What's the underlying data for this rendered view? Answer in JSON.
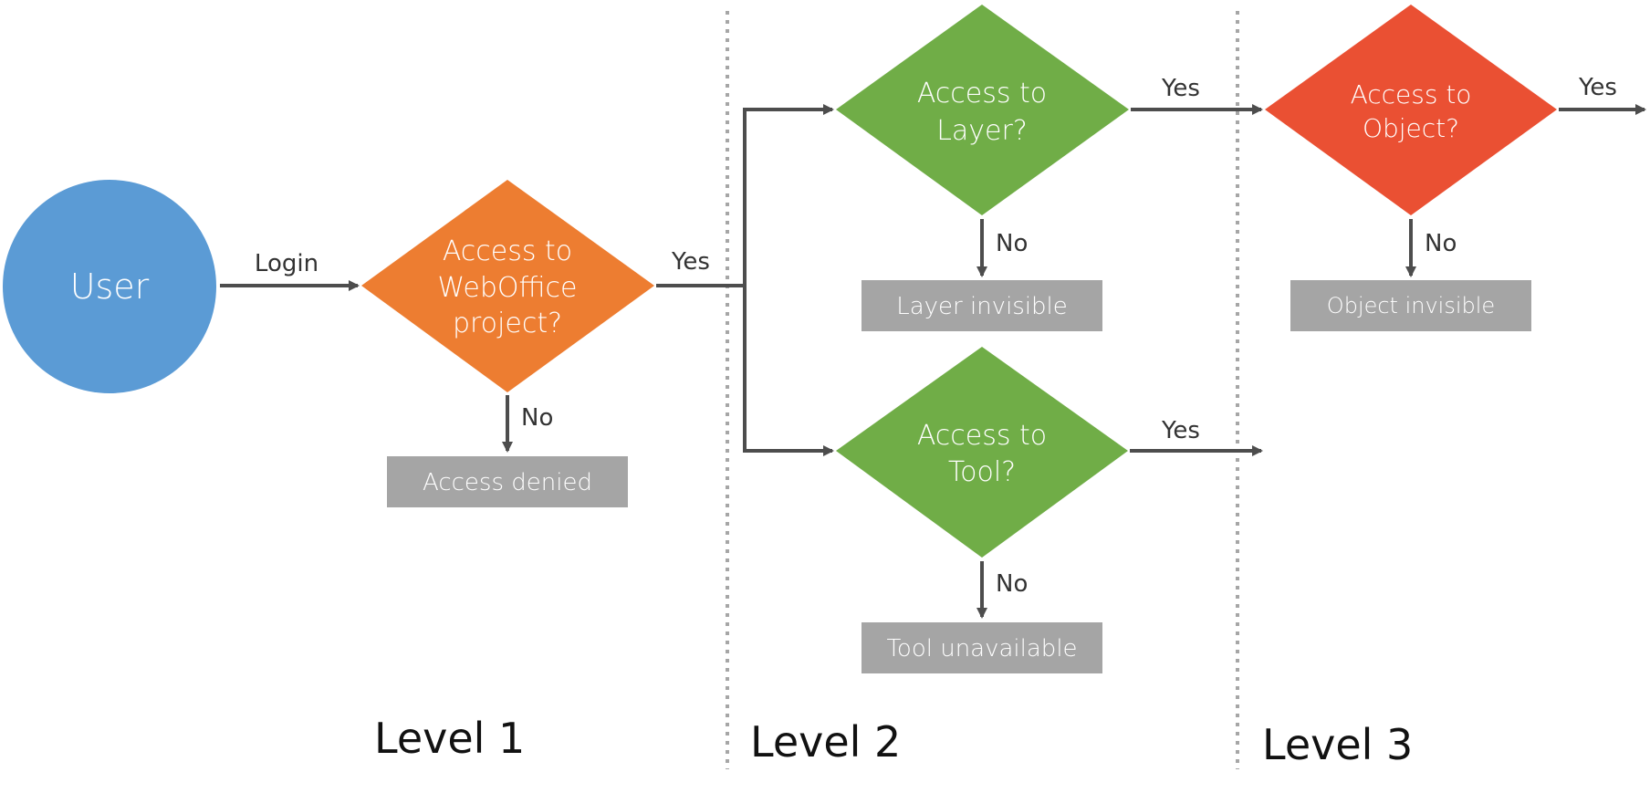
{
  "colors": {
    "user": "#5b9bd5",
    "decision_level1": "#ed7d31",
    "decision_level2": "#70ad47",
    "decision_level3": "#ea5033",
    "outcome": "#a5a5a5",
    "connector": "#4d4d4d",
    "divider": "#a6a6a6"
  },
  "user": {
    "label": "User"
  },
  "decisions": {
    "webOffice": {
      "lines": [
        "Access to",
        "WebOffice",
        "project?"
      ]
    },
    "layer": {
      "lines": [
        "Access to",
        "Layer?"
      ]
    },
    "tool": {
      "lines": [
        "Access to",
        "Tool?"
      ]
    },
    "object": {
      "lines": [
        "Access to",
        "Object?"
      ]
    }
  },
  "outcomes": {
    "accessDenied": "Access denied",
    "layerInvisible": "Layer invisible",
    "toolUnavailable": "Tool unavailable",
    "objectInvisible": "Object invisible"
  },
  "edges": {
    "login": "Login",
    "yes": "Yes",
    "no": "No"
  },
  "levels": [
    "Level 1",
    "Level 2",
    "Level 3"
  ]
}
